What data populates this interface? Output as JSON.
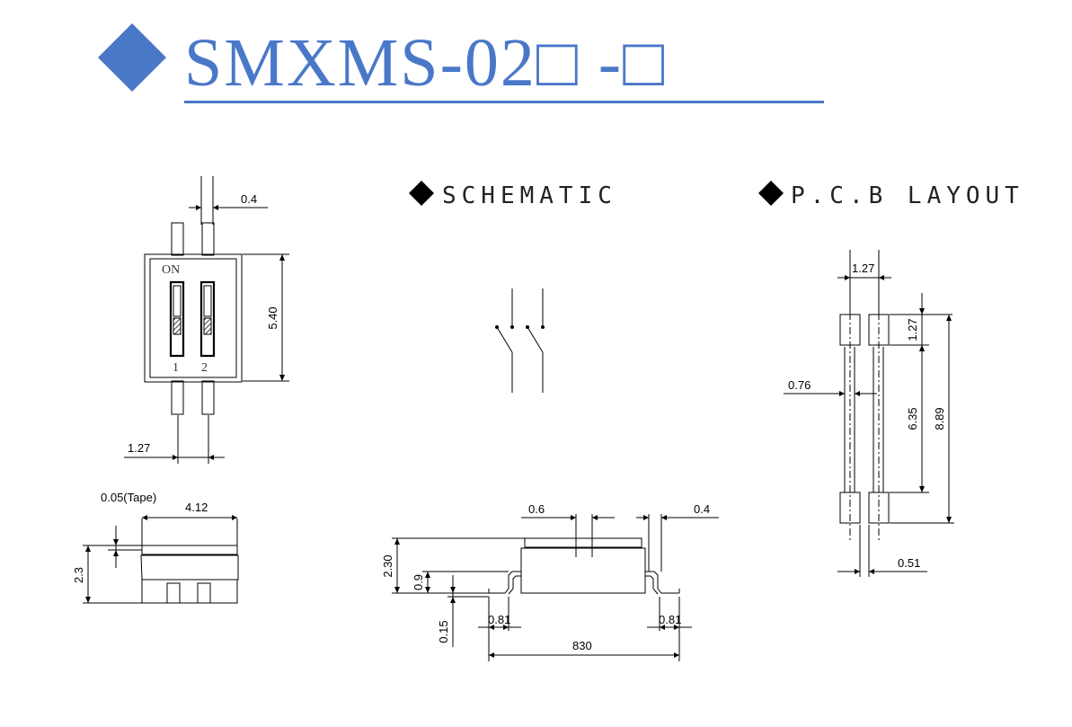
{
  "title": {
    "text": "SMXMS-02□ -□",
    "color": "#4a78c8"
  },
  "sections": {
    "schematic": "SCHEMATIC",
    "pcb_layout": "P.C.B LAYOUT"
  },
  "top_view": {
    "on_label": "ON",
    "switch_1": "1",
    "switch_2": "2",
    "dim_lead_width": "0.4",
    "dim_height": "5.40",
    "dim_pitch": "1.27"
  },
  "side_view_small": {
    "dim_tape": "0.05(Tape)",
    "dim_width": "4.12",
    "dim_height": "2.3"
  },
  "side_view_large": {
    "dim_top": "0.6",
    "dim_lead": "0.4",
    "dim_total_height": "2.30",
    "dim_body": "0.9",
    "dim_standoff": "0.15",
    "dim_left_foot": "0.81",
    "dim_right_foot": "0.81",
    "dim_span": "830"
  },
  "pcb": {
    "dim_pitch": "1.27",
    "dim_pad_height": "1.27",
    "dim_pad_gap": "0.76",
    "dim_inner": "6.35",
    "dim_outer": "8.89",
    "dim_pad_width": "0.51"
  }
}
